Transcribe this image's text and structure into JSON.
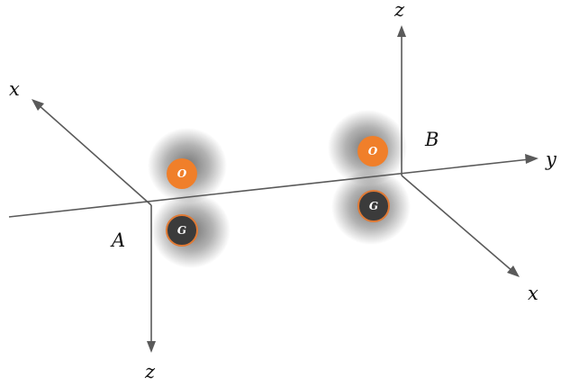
{
  "labels": {
    "frame_a": "A",
    "frame_b": "B",
    "frame_a_x": "x",
    "frame_a_z": "z",
    "frame_b_x": "x",
    "frame_b_z": "z",
    "shared_y": "y"
  },
  "markers": {
    "a_o": "O",
    "a_g": "G",
    "b_o": "O",
    "b_g": "G"
  },
  "colors": {
    "axis": "#5a5a5a",
    "o_marker": "#f07f2a",
    "g_marker": "#3b3b3b",
    "g_ring": "#e07a35",
    "text": "#111111"
  }
}
